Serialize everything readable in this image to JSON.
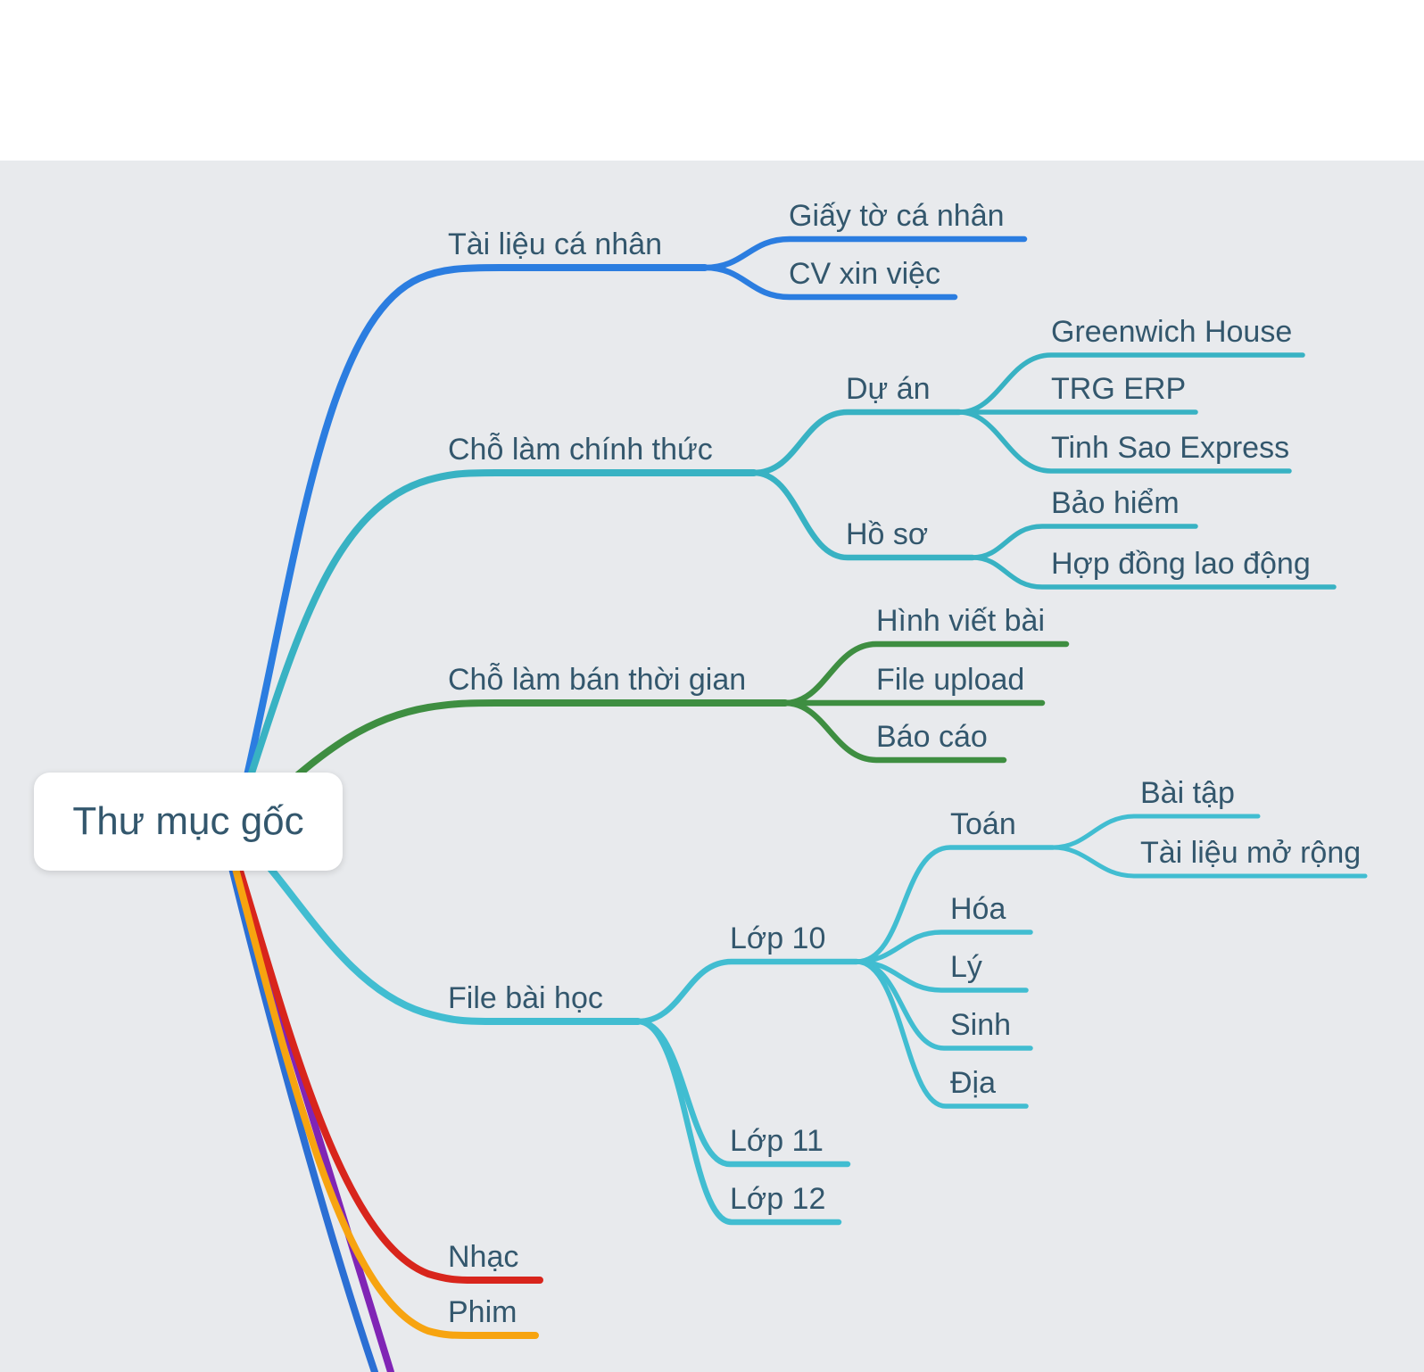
{
  "canvas": {
    "background_color": "#e8eaed",
    "top_band_color": "#ffffff",
    "label_text_color": "#33576d"
  },
  "root": {
    "label": "Thư mục gốc",
    "text_color": "#33576d"
  },
  "branches": [
    {
      "label": "Tài liệu cá nhân",
      "color": "#2b7de0",
      "children": [
        {
          "label": "Giấy tờ cá nhân"
        },
        {
          "label": "CV xin việc"
        }
      ]
    },
    {
      "label": "Chỗ làm chính thức",
      "color": "#38b2c3",
      "children": [
        {
          "label": "Dự án",
          "children": [
            {
              "label": "Greenwich House"
            },
            {
              "label": "TRG ERP"
            },
            {
              "label": "Tinh Sao Express"
            }
          ]
        },
        {
          "label": "Hồ sơ",
          "children": [
            {
              "label": "Bảo hiểm"
            },
            {
              "label": "Hợp đồng lao động"
            }
          ]
        }
      ]
    },
    {
      "label": "Chỗ làm bán thời gian",
      "color": "#3e8e41",
      "children": [
        {
          "label": "Hình viết bài"
        },
        {
          "label": "File upload"
        },
        {
          "label": "Báo cáo"
        }
      ]
    },
    {
      "label": "File bài học",
      "color": "#41bdd1",
      "children": [
        {
          "label": "Lớp 10",
          "children": [
            {
              "label": "Toán",
              "children": [
                {
                  "label": "Bài tập"
                },
                {
                  "label": "Tài liệu mở rộng"
                }
              ]
            },
            {
              "label": "Hóa"
            },
            {
              "label": "Lý"
            },
            {
              "label": "Sinh"
            },
            {
              "label": "Địa"
            }
          ]
        },
        {
          "label": "Lớp 11"
        },
        {
          "label": "Lớp 12"
        }
      ]
    },
    {
      "label": "Nhạc",
      "color": "#d8251c"
    },
    {
      "label": "Phim",
      "color": "#f7a410"
    }
  ],
  "offscreen_branches": [
    {
      "color": "#8025b5"
    },
    {
      "color": "#2b6fd4"
    }
  ]
}
